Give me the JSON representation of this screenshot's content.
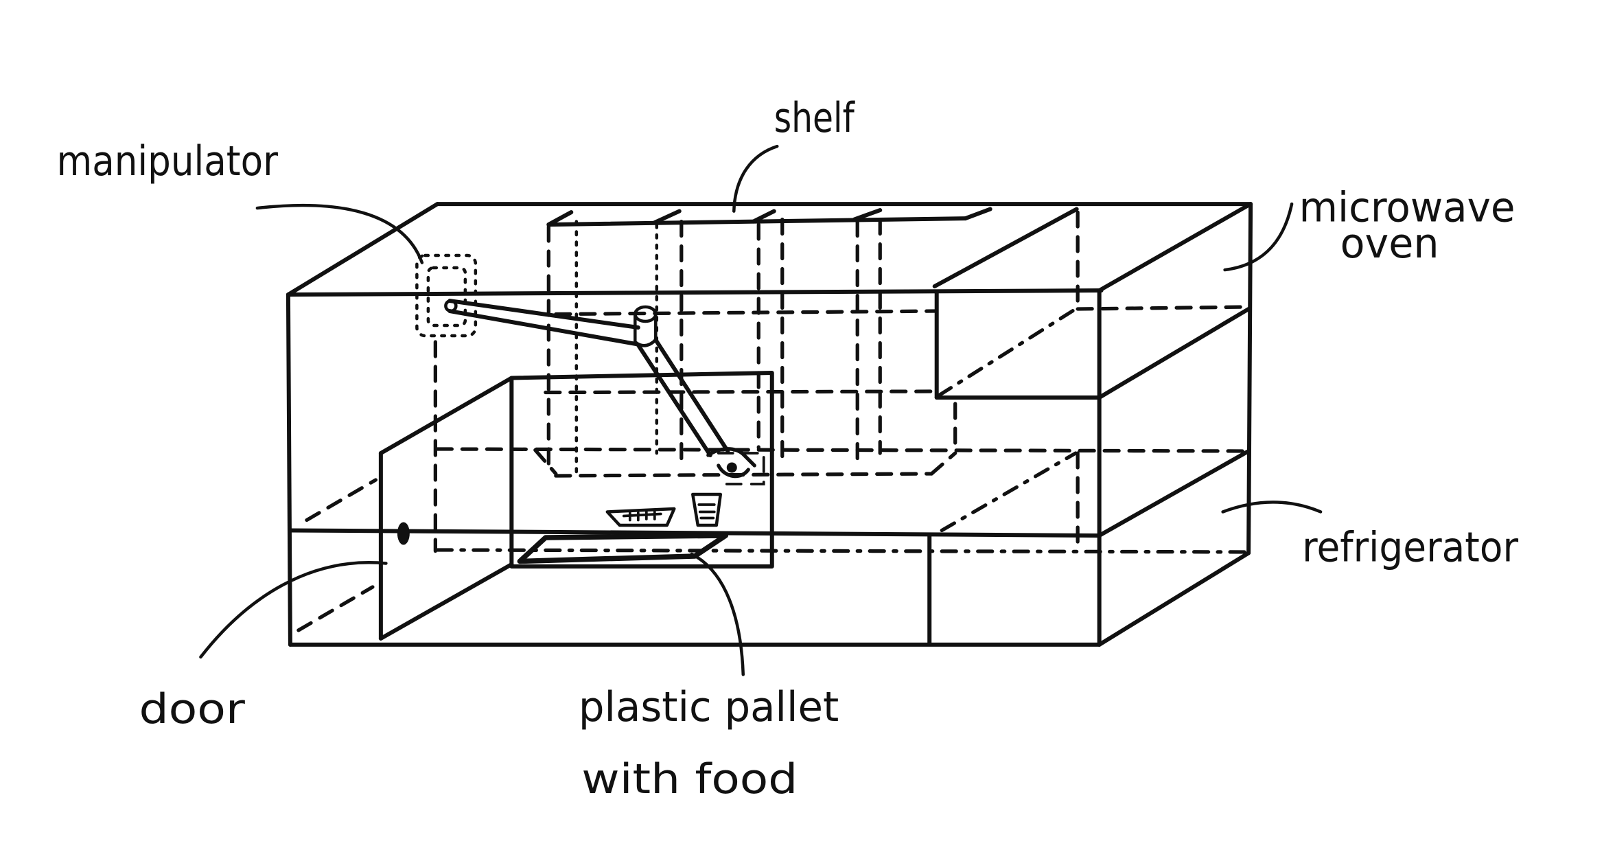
{
  "colors": {
    "ink": "#111111",
    "background": "#ffffff"
  },
  "labels": {
    "manipulator": "manipulator",
    "shelf": "shelf",
    "microwave_oven": [
      "microwave",
      "oven"
    ],
    "refrigerator": "refrigerator",
    "door": "door",
    "plastic_pallet_with_food": [
      "plastic pallet",
      "with food"
    ]
  }
}
